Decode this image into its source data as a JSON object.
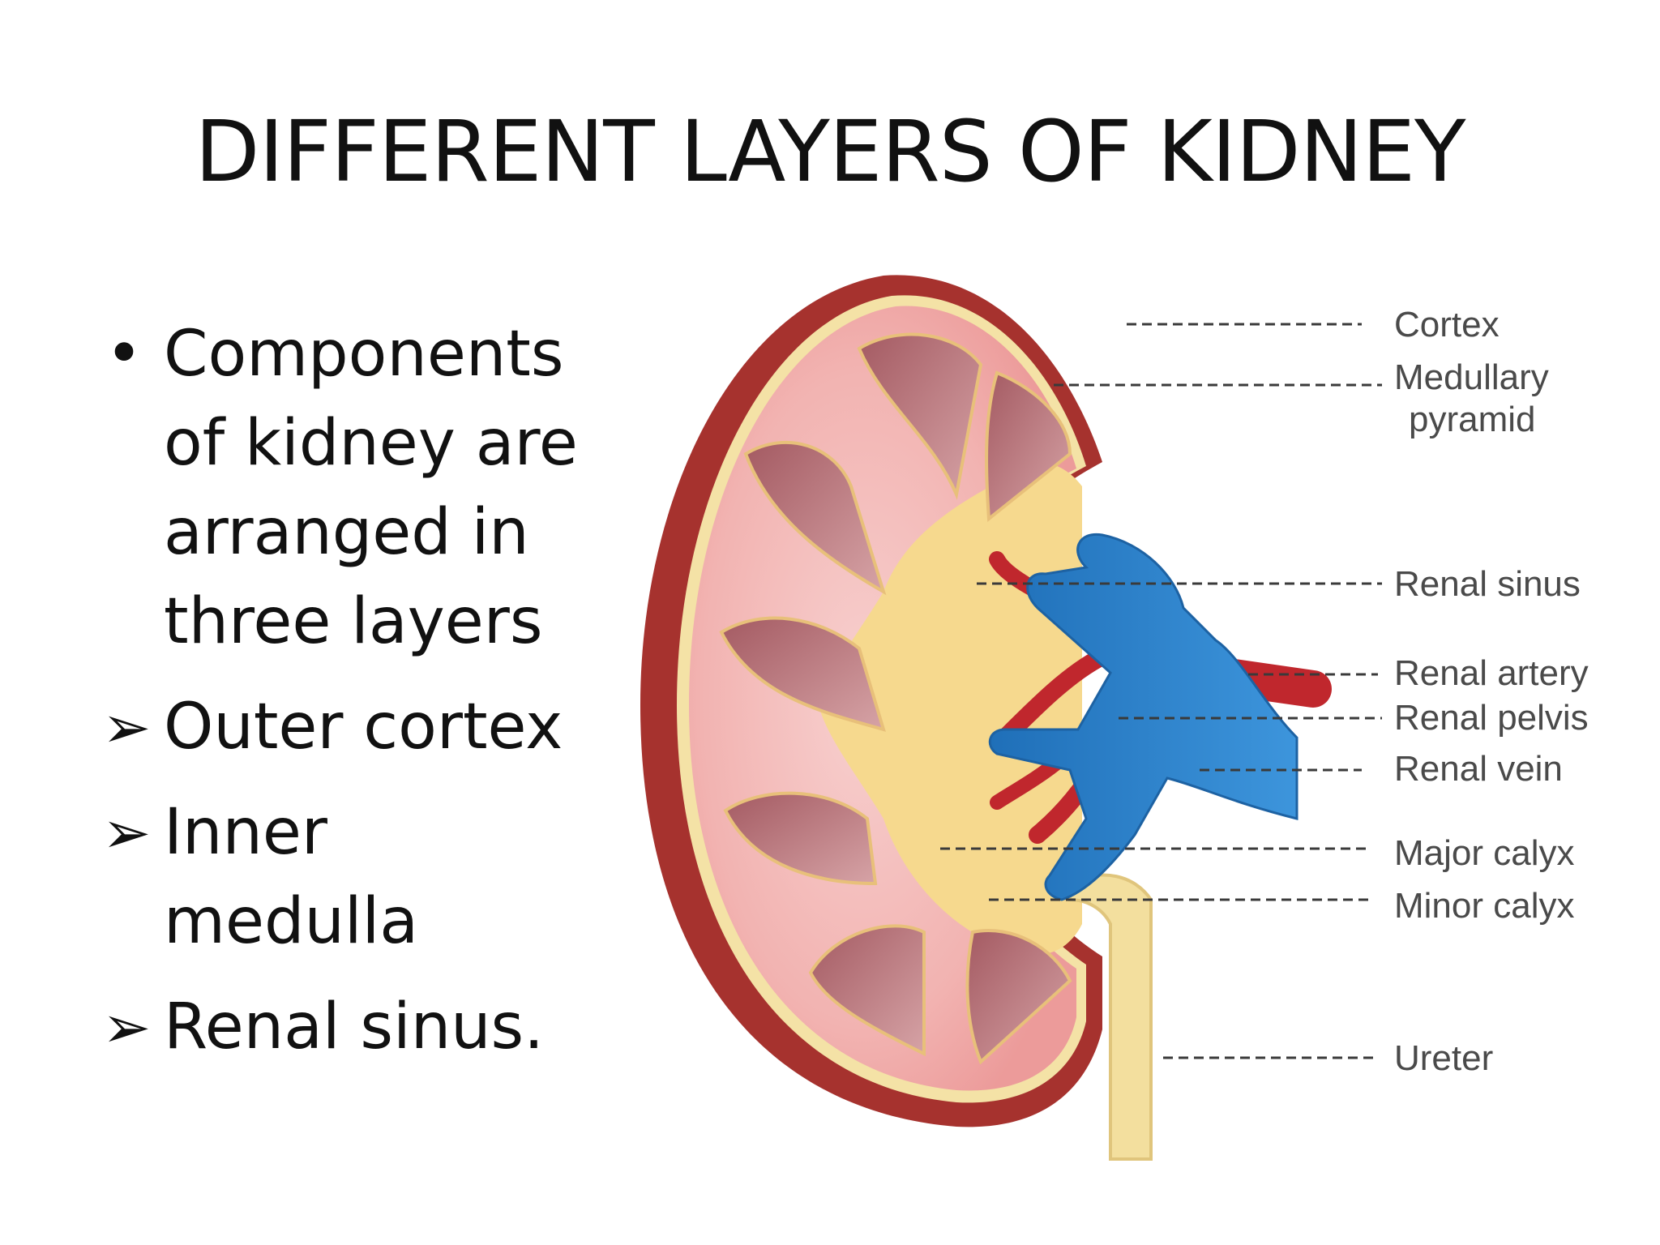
{
  "slide": {
    "title": "DIFFERENT LAYERS OF KIDNEY",
    "bullets": [
      {
        "marker": "•",
        "type": "dot",
        "text": "Components of kidney are arranged in three layers"
      },
      {
        "marker": "➢",
        "type": "arrow",
        "text": "Outer cortex"
      },
      {
        "marker": "➢",
        "type": "arrow",
        "text": "Inner medulla"
      },
      {
        "marker": "➢",
        "type": "arrow",
        "text": "Renal sinus."
      }
    ]
  },
  "diagram": {
    "labels": {
      "cortex": "Cortex",
      "medullary_pyramid_line1": "Medullary",
      "medullary_pyramid_line2": "pyramid",
      "renal_sinus": "Renal sinus",
      "renal_artery": "Renal artery",
      "renal_pelvis": "Renal pelvis",
      "renal_vein": "Renal vein",
      "major_calyx": "Major calyx",
      "minor_calyx": "Minor calyx",
      "ureter": "Ureter"
    },
    "colors": {
      "capsule": "#a6322e",
      "cortex": "#f2b6b4",
      "pyramid": "#b56f74",
      "sinus": "#f6d98e",
      "artery": "#c0272d",
      "vein": "#2f86d1",
      "ureter": "#f3df9e",
      "label_text": "#4a4a4a"
    }
  }
}
